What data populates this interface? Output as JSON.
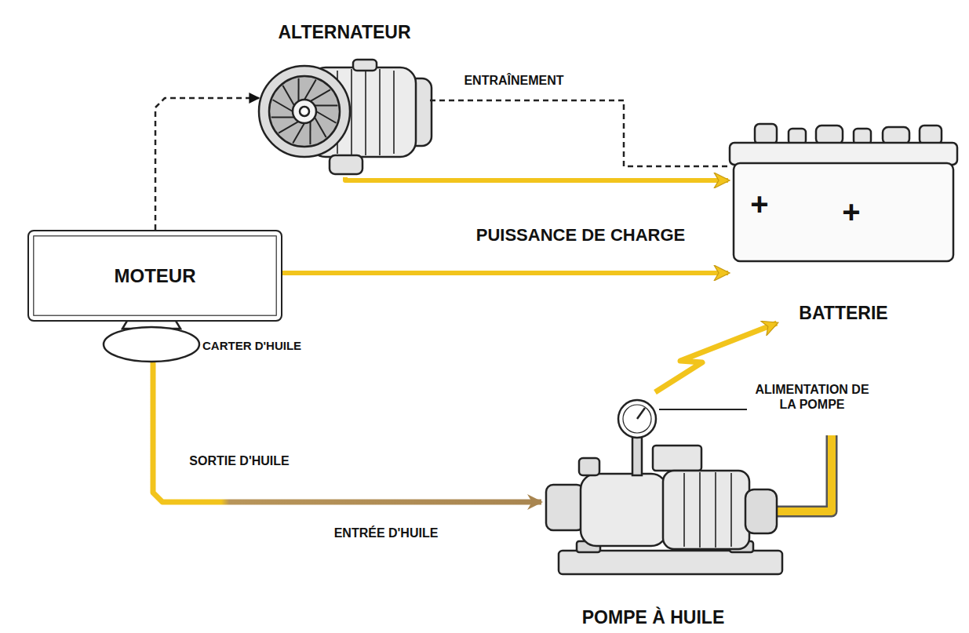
{
  "diagram": {
    "nodes": [
      {
        "text": [
          "ALTERNATEUR"
        ]
      },
      {
        "text": [
          "BATTERIE"
        ]
      },
      {
        "text": [
          "MOTEUR"
        ]
      },
      {
        "text": [
          "CARTER D'HUILE"
        ]
      },
      {
        "text": [
          "POMPE À HUILE"
        ]
      }
    ],
    "edges": [
      {
        "from": 2,
        "to": 0,
        "arrow": "to"
      },
      {
        "from": 0,
        "to": 1,
        "label": "PUISSANCE DE CHARGE",
        "arrow": "to"
      },
      {
        "from": 0,
        "to": 1,
        "label": "ENTRAÎNEMENT",
        "arrow": "none"
      },
      {
        "from": 2,
        "to": 1,
        "arrow": "to"
      },
      {
        "from": 4,
        "to": 1,
        "arrow": "to"
      },
      {
        "from": 3,
        "to": 4,
        "label": "ENTRÉE D'HUILE",
        "arrow": "to"
      }
    ],
    "labels": [
      "SORTIE D'HUILE",
      "ALIMENTATION DE LA POMPE",
      "+",
      "+"
    ]
  }
}
